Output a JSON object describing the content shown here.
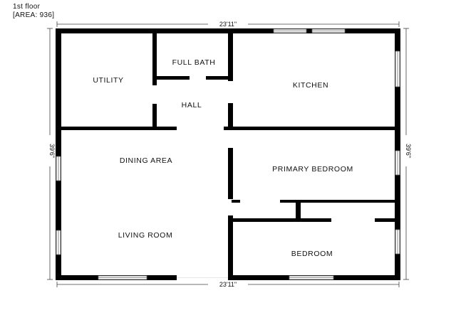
{
  "header": {
    "floor_name": "1st floor",
    "area_label": "[AREA: 936]"
  },
  "dimensions": {
    "top_width": "23'11\"",
    "bottom_width": "23'11\"",
    "left_height": "39'6\"",
    "right_height": "39'6\""
  },
  "rooms": {
    "utility": "UTILITY",
    "full_bath": "FULL BATH",
    "hall": "HALL",
    "kitchen": "KITCHEN",
    "dining_area": "DINING AREA",
    "living_room": "LIVING ROOM",
    "primary_bedroom": "PRIMARY BEDROOM",
    "bedroom": "BEDROOM"
  },
  "colors": {
    "wall": "#000000",
    "window_frame": "#6e6e6e",
    "background": "#ffffff"
  }
}
